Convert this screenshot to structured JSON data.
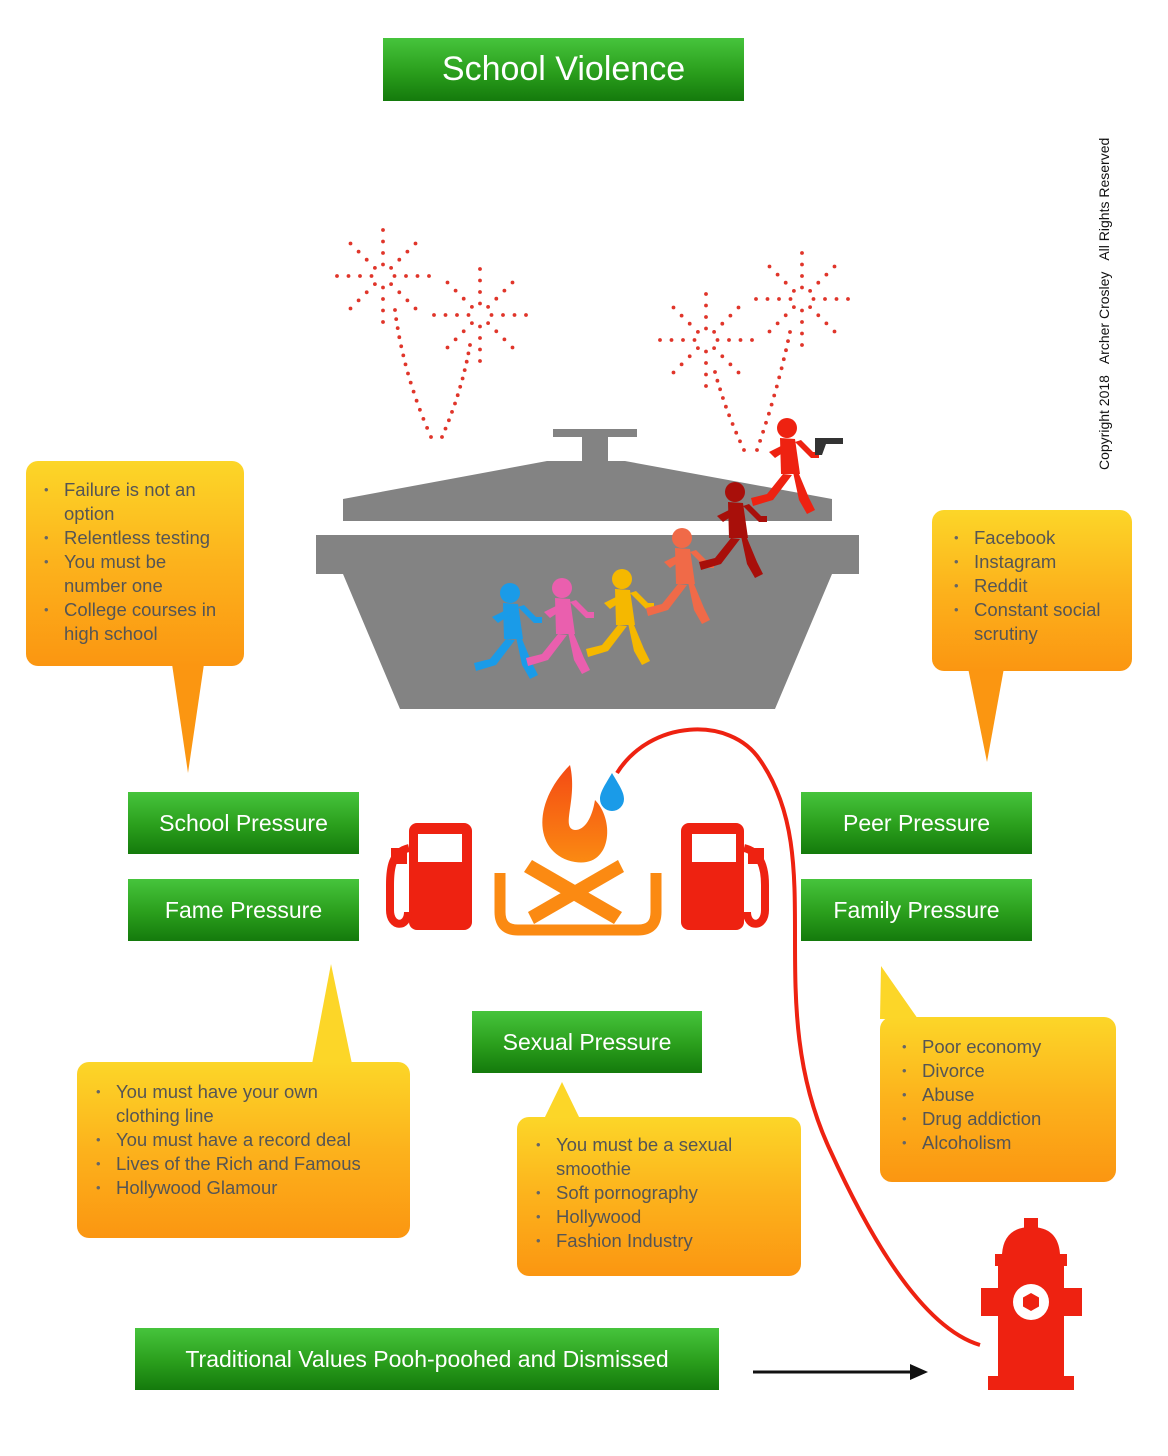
{
  "title": "School Violence",
  "copyright": "Copyright 2018   Archer Crosley   All Rights Reserved",
  "pressures": {
    "school": "School Pressure",
    "fame": "Fame Pressure",
    "peer": "Peer Pressure",
    "family": "Family Pressure",
    "sexual": "Sexual Pressure"
  },
  "traditional_values": "Traditional Values Pooh-poohed and Dismissed",
  "callouts": {
    "school": [
      "Failure is not an option",
      "Relentless testing",
      "You must be number one",
      "College courses in high school"
    ],
    "peer": [
      "Facebook",
      "Instagram",
      "Reddit",
      "Constant social scrutiny"
    ],
    "fame": [
      "You must have your own clothing line",
      "You must have a record deal",
      "Lives of the Rich and Famous",
      "Hollywood Glamour"
    ],
    "sexual": [
      "You must be a sexual smoothie",
      "Soft pornography",
      "Hollywood",
      "Fashion Industry"
    ],
    "family": [
      "Poor economy",
      "Divorce",
      "Abuse",
      "Drug addiction",
      "Alcoholism"
    ]
  },
  "icons": [
    "fireworks-icon",
    "pot-icon",
    "running-child-icon",
    "gun-icon",
    "flame-icon",
    "water-drop-icon",
    "gas-pump-icon",
    "fire-hydrant-icon",
    "hose-icon",
    "arrow-icon"
  ],
  "colors": {
    "green": "#2a9e1c",
    "callout_top": "#fcd628",
    "callout_bottom": "#fb9611",
    "red": "#ee2211",
    "pot": "#838383"
  }
}
